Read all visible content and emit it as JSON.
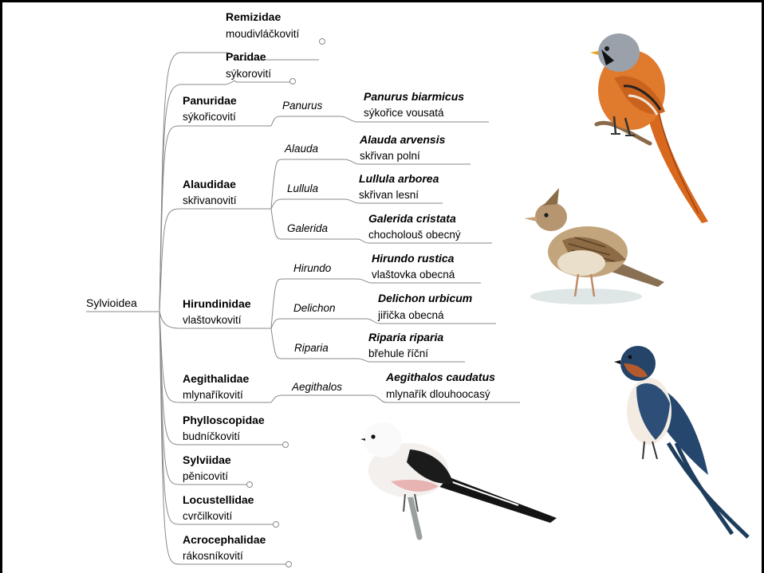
{
  "root": "Sylvioidea",
  "families": [
    {
      "name": "Remizidae",
      "czech": "moudivláčkovití"
    },
    {
      "name": "Paridae",
      "czech": "sýkorovití"
    },
    {
      "name": "Panuridae",
      "czech": "sýkořicovití"
    },
    {
      "name": "Alaudidae",
      "czech": "skřivanovití"
    },
    {
      "name": "Hirundinidae",
      "czech": "vlaštovkovití"
    },
    {
      "name": "Aegithalidae",
      "czech": "mlynaříkovití"
    },
    {
      "name": "Phylloscopidae",
      "czech": "budníčkovití"
    },
    {
      "name": "Sylviidae",
      "czech": "pěnicovití"
    },
    {
      "name": "Locustellidae",
      "czech": "cvrčilkovití"
    },
    {
      "name": "Acrocephalidae",
      "czech": "rákosníkovití"
    }
  ],
  "genera": [
    {
      "genus": "Panurus",
      "species": "Panurus biarmicus",
      "czech": "sýkořice vousatá"
    },
    {
      "genus": "Alauda",
      "species": "Alauda arvensis",
      "czech": "skřivan polní"
    },
    {
      "genus": "Lullula",
      "species": "Lullula arborea",
      "czech": "skřivan lesní"
    },
    {
      "genus": "Galerida",
      "species": "Galerida cristata",
      "czech": "chocholouš obecný"
    },
    {
      "genus": "Hirundo",
      "species": "Hirundo rustica",
      "czech": "vlaštovka obecná"
    },
    {
      "genus": "Delichon",
      "species": "Delichon urbicum",
      "czech": "jiřička obecná"
    },
    {
      "genus": "Riparia",
      "species": "Riparia riparia",
      "czech": "břehule říční"
    },
    {
      "genus": "Aegithalos",
      "species": "Aegithalos caudatus",
      "czech": "mlynařík dlouhoocasý"
    }
  ],
  "colors": {
    "line": "#8a8a8a",
    "frame": "#000000"
  }
}
